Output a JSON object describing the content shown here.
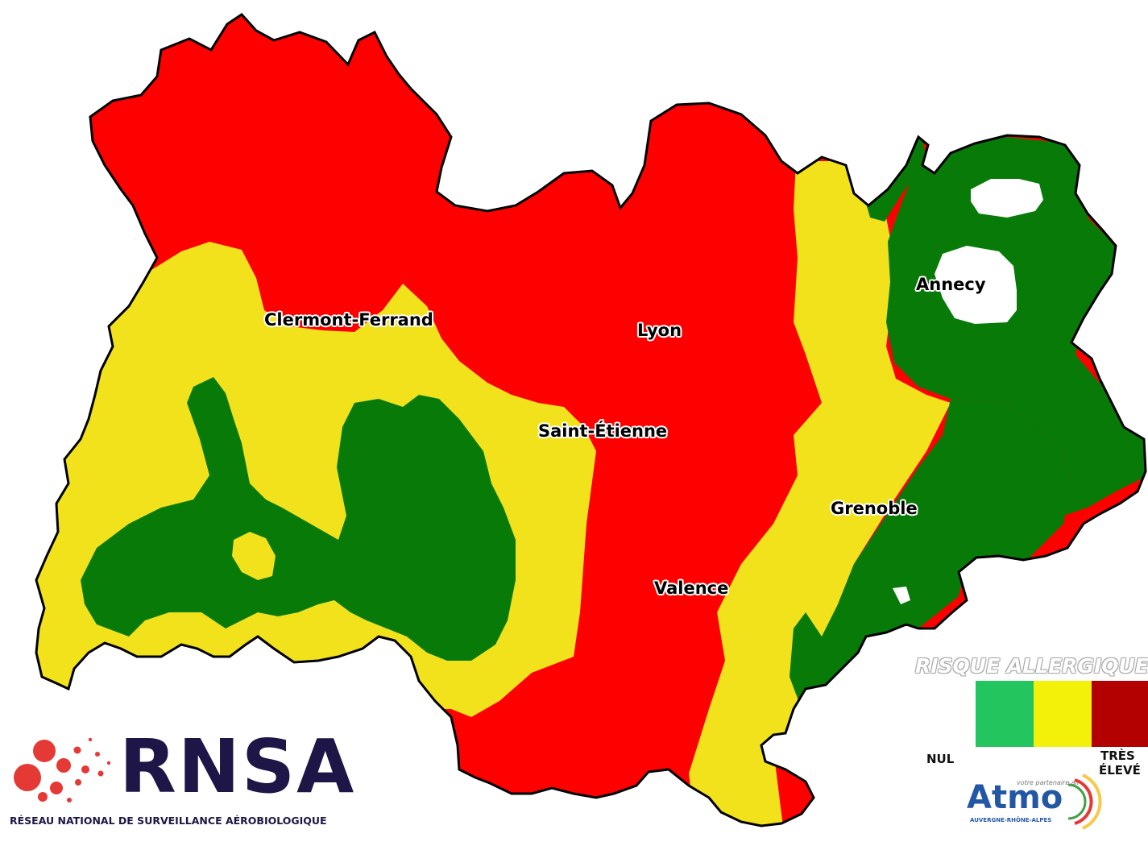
{
  "cities": [
    {
      "name": "Clermont-Ferrand"
    },
    {
      "name": "Lyon"
    },
    {
      "name": "Saint-Étienne"
    },
    {
      "name": "Annecy"
    },
    {
      "name": "Grenoble"
    },
    {
      "name": "Valence"
    }
  ],
  "legend": {
    "title": "RISQUE ALLERGIQUE",
    "low_label": "NUL",
    "high_label_line1": "TRÈS",
    "high_label_line2": "ÉLEVÉ",
    "colors": [
      "#22c55e",
      "#f3f10a",
      "#b30000"
    ]
  },
  "risk_colors": {
    "very_high": "#ff0000",
    "medium": "#f1e21c",
    "low": "#077a08",
    "no_data": "#ffffff"
  },
  "logos": {
    "rnsa": {
      "word": "RNSA",
      "subtitle": "RÉSEAU NATIONAL DE SURVEILLANCE AÉROBIOLOGIQUE"
    },
    "atmo": {
      "word": "Atmo",
      "tagline": "votre partenaire air",
      "region": "AUVERGNE-RHÔNE-ALPES"
    }
  }
}
